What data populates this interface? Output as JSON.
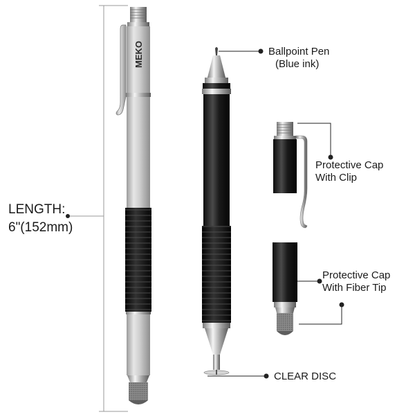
{
  "product": {
    "brand_logo_text": "MEKO",
    "length_label": {
      "line1": "LENGTH:",
      "line2": "6\"(152mm)"
    },
    "callouts": {
      "ballpoint": {
        "line1": "Ballpoint Pen",
        "line2": "(Blue ink)"
      },
      "cap_clip": {
        "line1": "Protective Cap",
        "line2": "With Clip"
      },
      "cap_fiber": {
        "line1": "Protective Cap",
        "line2": "With Fiber Tip"
      },
      "clear_disc": {
        "line1": "CLEAR DISC"
      }
    }
  },
  "colors": {
    "silver_body": "#c9c9c9",
    "black_body": "#1e1e1e",
    "grip": "#111111",
    "leader_line": "#222222",
    "dimension_line": "#9a9a9a"
  }
}
